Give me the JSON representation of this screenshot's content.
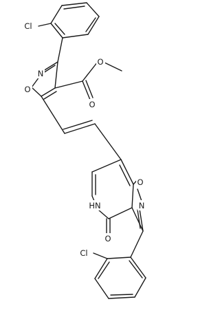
{
  "atoms": {
    "cl_top": "Cl",
    "n_top": "N",
    "o_ring_top": "O",
    "o_ester_single": "O",
    "o_ester_double": "O",
    "o_ring_bottom": "O",
    "n_bottom": "N",
    "nh": "HN",
    "o_carbonyl": "O",
    "cl_bottom": "Cl"
  }
}
